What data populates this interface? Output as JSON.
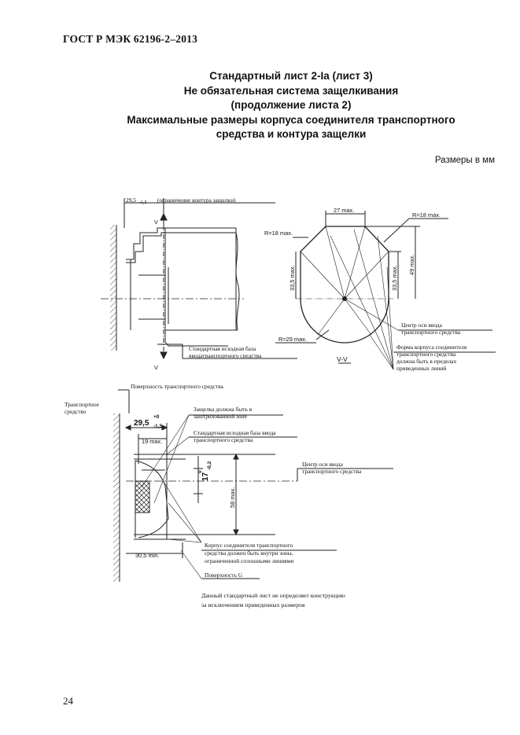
{
  "header": {
    "standard_id": "ГОСТ Р МЭК 62196-2–2013"
  },
  "title": {
    "lines": [
      "Стандартный лист 2-Ia (лист 3)",
      "Не обязательная система защелкивания",
      "(продолжение листа 2)",
      "Максимальные размеры корпуса соединителя транспортного",
      "средства и контура защелки"
    ]
  },
  "units_note": "Размеры в мм",
  "figure1": {
    "top_dim_value": "29,5",
    "top_dim_tol": "-1,5",
    "top_dim_label": "(ограничение контура защелки)",
    "section_mark": "V",
    "base_label_1": "Стандартная исходная база",
    "base_label_2": "вводатранспортного средства"
  },
  "figure2": {
    "dim_27": "27 max.",
    "dim_r18_right": "R=18 max.",
    "dim_r18_left": "R=18 max.",
    "dim_335_left": "33,5 max.",
    "dim_335_right": "33,5 max.",
    "dim_49": "49 max.",
    "dim_r29": "R=29 max.",
    "section_label": "V-V",
    "center_label_1": "Центр оси ввода",
    "center_label_2": "транспортного средства",
    "shape_label_1": "Форма корпуса соединителя",
    "shape_label_2": "транспортного средства",
    "shape_label_3": "должна быть в пределах",
    "shape_label_4": "приведенных линий"
  },
  "figure3": {
    "vehicle_surface_label": "Поверхность транспортного средства",
    "vehicle_label_1": "Транспортное",
    "vehicle_label_2": "средство",
    "dim_295": "29,5",
    "dim_295_tol_top": "+0",
    "dim_295_tol_bottom": "-1,5",
    "dim_19": "19 max.",
    "dim_17": "17",
    "dim_17_tol_top": "0",
    "dim_17_tol_bottom": "-0,2",
    "dim_58": "58 max.",
    "dim_305": "30,5 min.",
    "latch_label_1": "Защелка должна быть в",
    "latch_label_2": "заштрихованной зоне",
    "base_label_1": "Стандартная исходная база ввода",
    "base_label_2": "транспортного средства",
    "center_label_1": "Центр оси ввода",
    "center_label_2": "транспортного средства",
    "body_label_1": "Корпус соединителя транспортного",
    "body_label_2": "средства должен быть внутри зоны,",
    "body_label_3": "ограниченной сплошными линиями",
    "surface_g_label": "Поверхность G",
    "disclaimer_1": "Данный стандартный лист не определяет конструкцию",
    "disclaimer_2": "за исключением приведенных размеров"
  },
  "footer": {
    "page_number": "24"
  }
}
